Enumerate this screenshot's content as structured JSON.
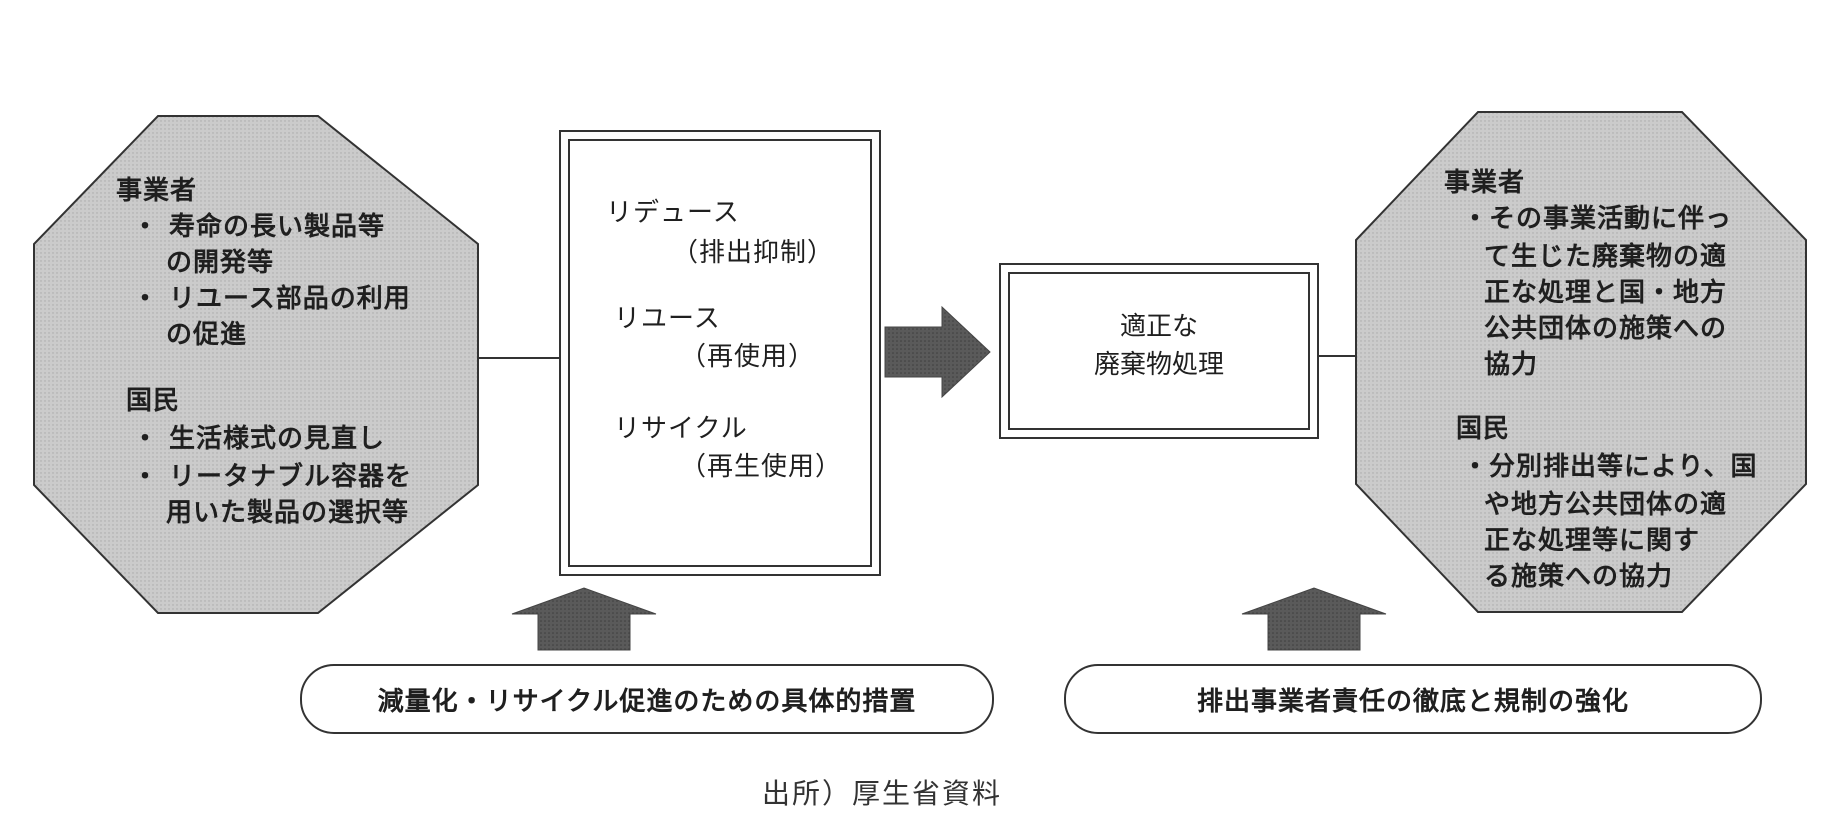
{
  "left_oct": {
    "heading1": "事業者",
    "items1": [
      "・ 寿命の長い製品等",
      "の開発等",
      "・ リユース部品の利用",
      "の促進"
    ],
    "heading2": "国民",
    "items2": [
      "・ 生活様式の見直し",
      "・ リータナブル容器を",
      "用いた製品の選択等"
    ]
  },
  "center_box": {
    "reduce": "リデュース",
    "reduce_sub": "（排出抑制）",
    "reuse": "リユース",
    "reuse_sub": "（再使用）",
    "recycle": "リサイクル",
    "recycle_sub": "（再生使用）"
  },
  "proper_box": {
    "line1": "適正な",
    "line2": "廃棄物処理"
  },
  "right_oct": {
    "heading1": "事業者",
    "items1": [
      "・その事業活動に伴っ",
      "て生じた廃棄物の適",
      "正な処理と国・地方",
      "公共団体の施策への",
      "協力"
    ],
    "heading2": "国民",
    "items2": [
      "・分別排出等により、国",
      "や地方公共団体の適",
      "正な処理等に関す",
      "る施策への協力"
    ]
  },
  "bottom_left": "減量化・リサイクル促進のための具体的措置",
  "bottom_right": "排出事業者責任の徹底と規制の強化",
  "source": "出所）厚生省資料",
  "colors": {
    "octagon_fill": "#cbcbcb",
    "arrow_fill": "#595959",
    "stroke": "#333333"
  }
}
